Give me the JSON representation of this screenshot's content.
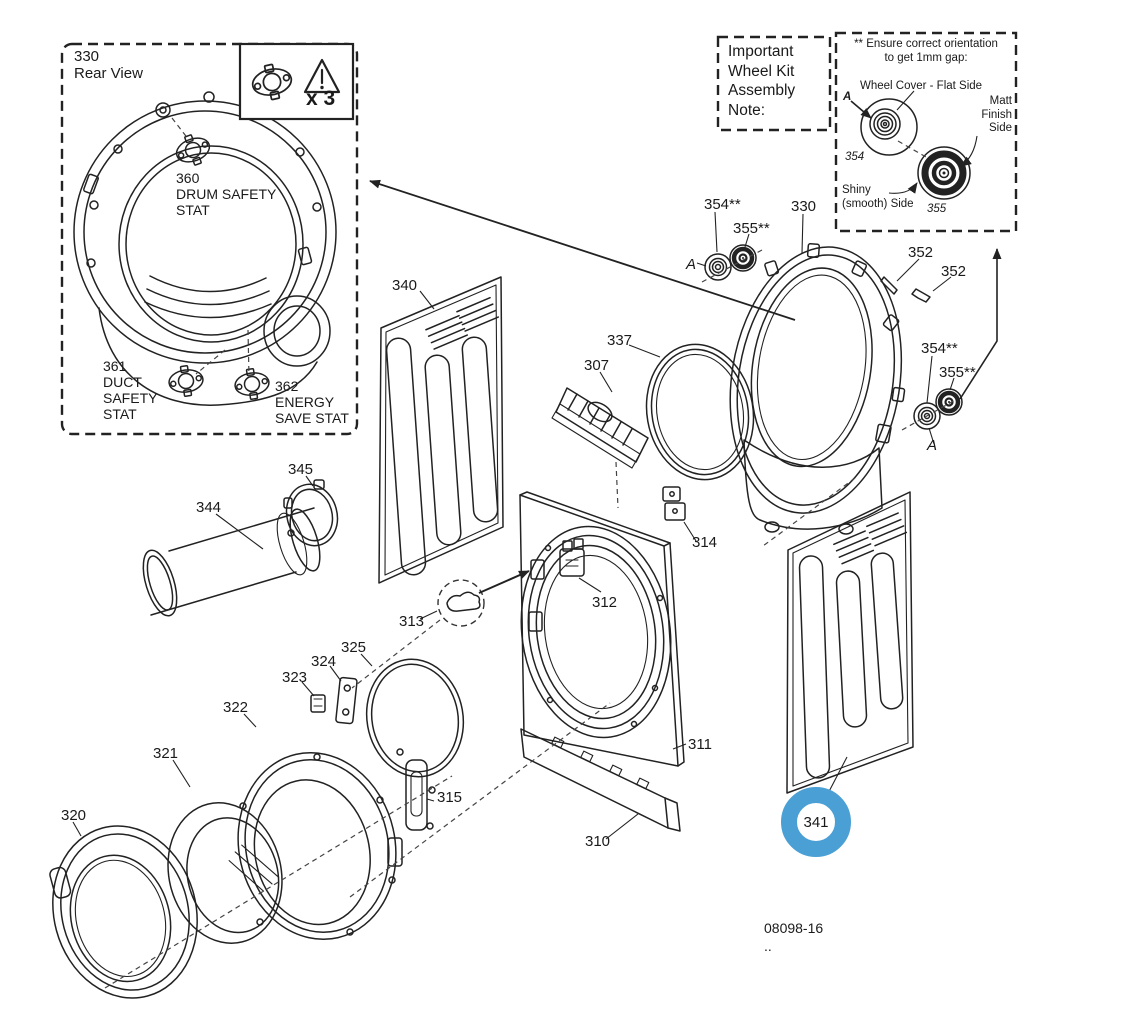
{
  "diagram": {
    "doc_number": "08098-16",
    "footer_marks": ".."
  },
  "highlight": {
    "color": "#4A9FD5",
    "part": "341"
  },
  "rear_view_box": {
    "part_ref": "330\nRear View",
    "multiplier": "x 3",
    "stat_360": "360\nDRUM SAFETY\nSTAT",
    "stat_361": "361\nDUCT\nSAFETY\nSTAT",
    "stat_362": "362\nENERGY\nSAVE STAT"
  },
  "wheel_note_box": {
    "note": "Important\nWheel Kit\nAssembly\nNote:"
  },
  "orientation_box": {
    "instruction": "** Ensure correct orientation\nto get 1mm gap:",
    "wheel_cover_label": "Wheel Cover - Flat Side",
    "matt_label": "Matt\nFinish\nSide",
    "shiny_label": "Shiny\n(smooth) Side",
    "ref_a": "A",
    "part_354": "354",
    "part_355": "355"
  },
  "parts": {
    "p340": "340",
    "p337": "337",
    "p307": "307",
    "p354_left": "354**",
    "p355_left": "355**",
    "ref_a_left": "A",
    "p330": "330",
    "p352_a": "352",
    "p352_b": "352",
    "p354_right": "354**",
    "p355_right": "355**",
    "ref_a_right": "A",
    "p345": "345",
    "p344": "344",
    "p314": "314",
    "p312": "312",
    "p313": "313",
    "p311": "311",
    "p310": "310",
    "p315": "315",
    "p325": "325",
    "p324": "324",
    "p323": "323",
    "p322": "322",
    "p321": "321",
    "p320": "320",
    "p341": "341"
  }
}
